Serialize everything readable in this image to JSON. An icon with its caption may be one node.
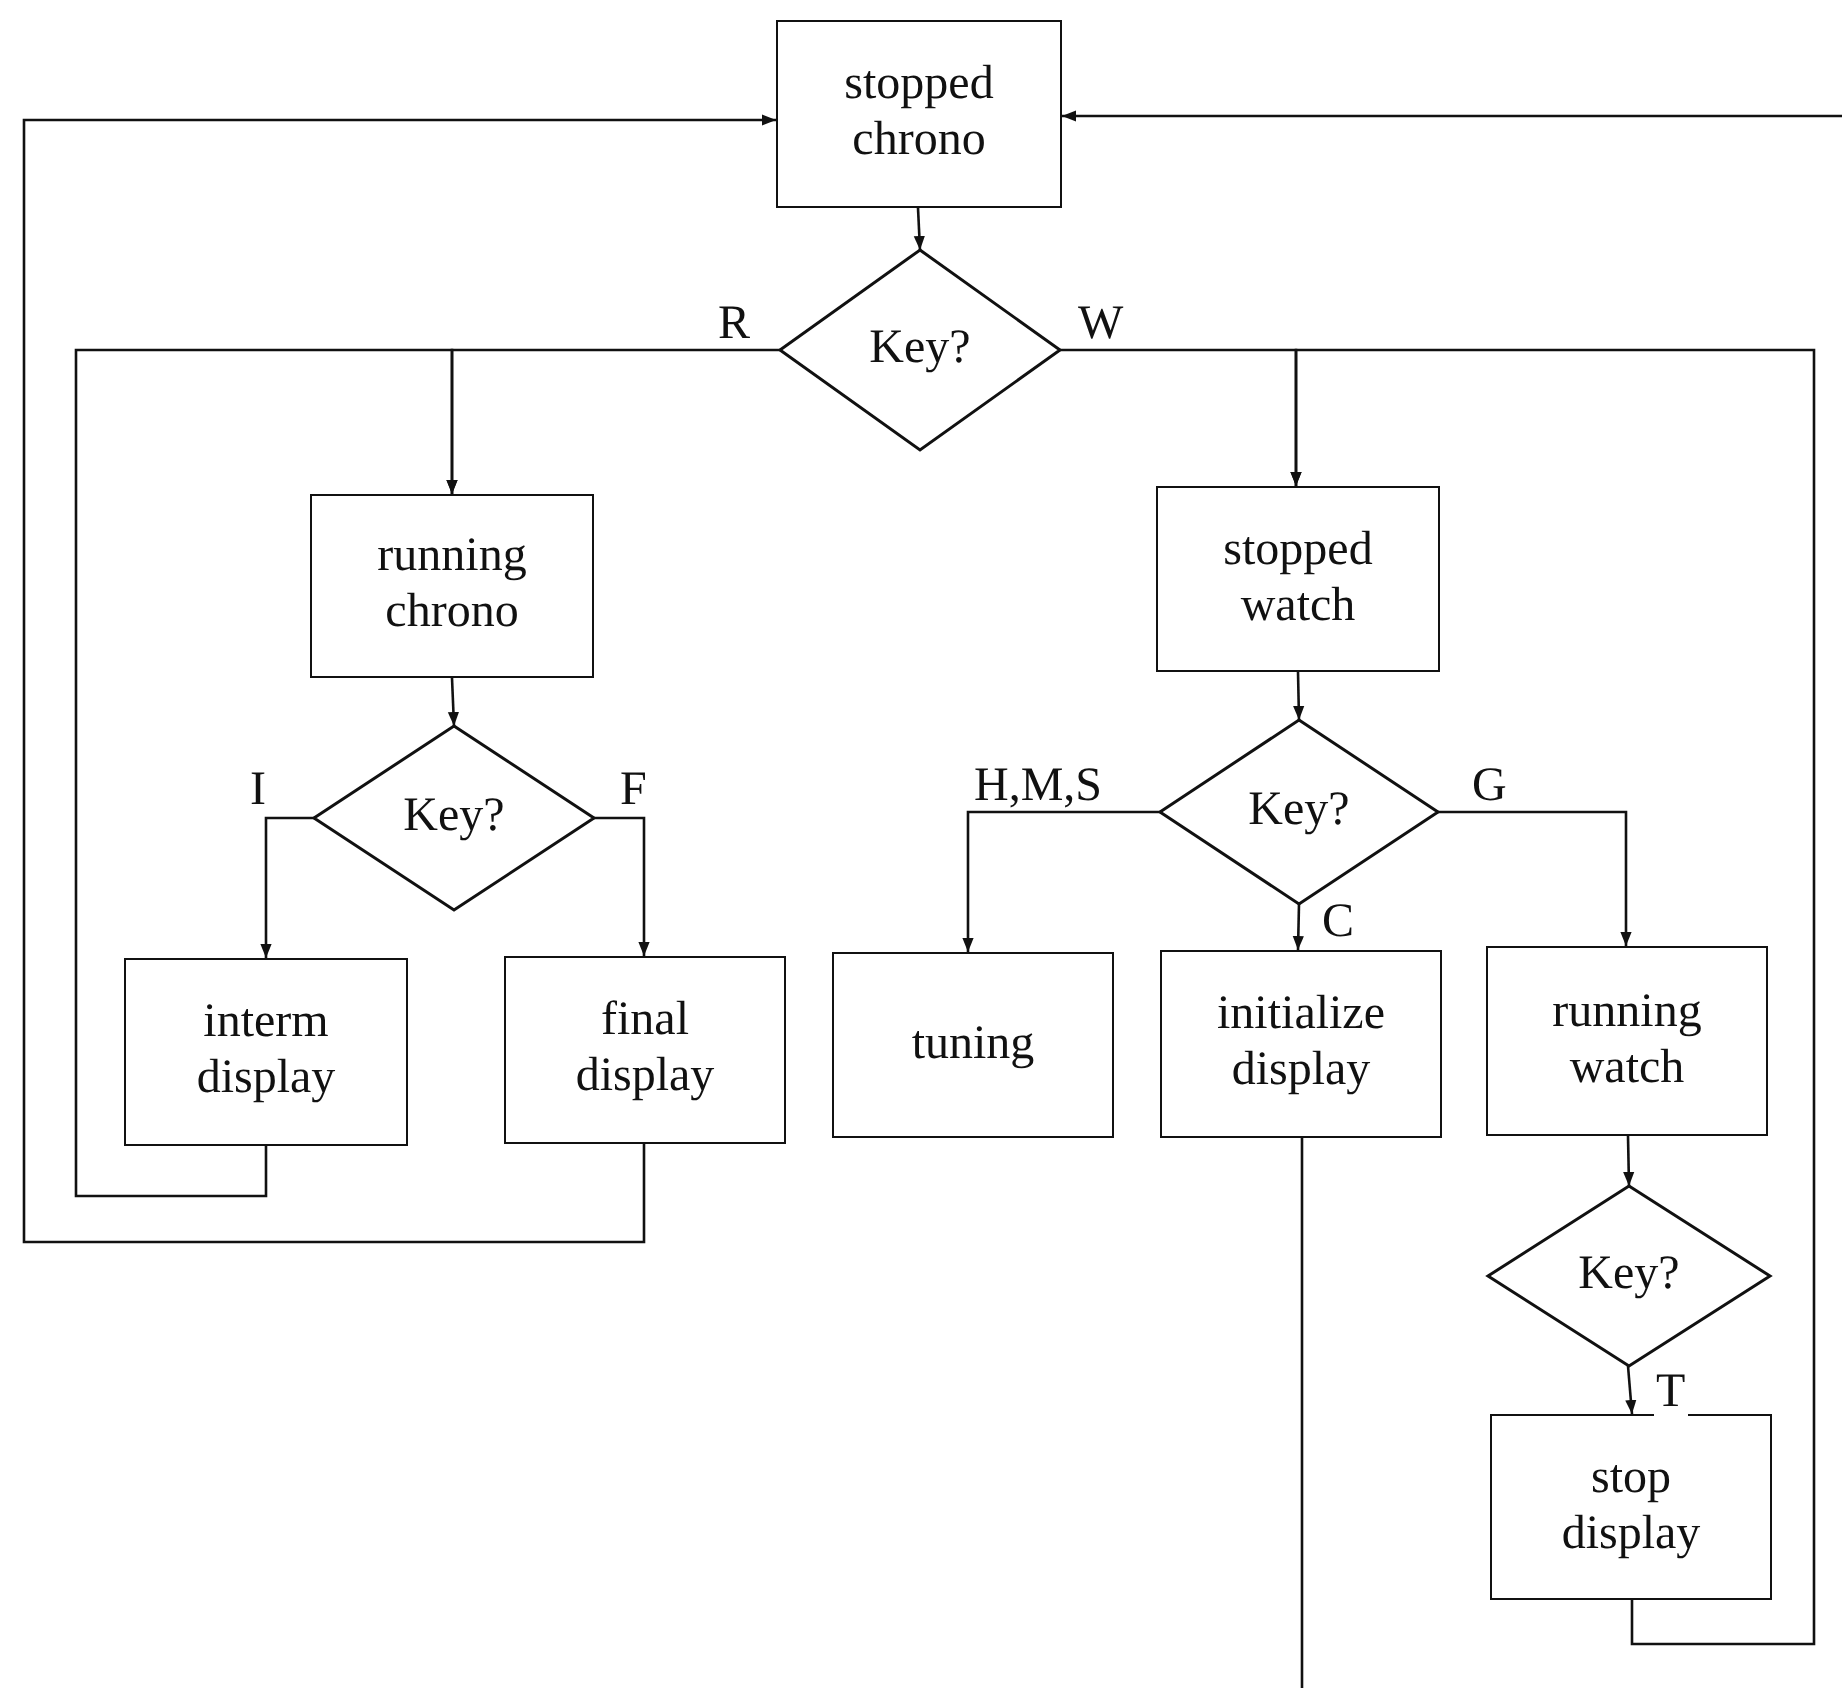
{
  "diagram": {
    "nodes": [
      {
        "text": [
          "stopped chrono"
        ]
      },
      {
        "text": [
          "Key?"
        ]
      },
      {
        "text": [
          "running chrono"
        ]
      },
      {
        "text": [
          "Key?"
        ]
      },
      {
        "text": [
          "interm display"
        ]
      },
      {
        "text": [
          "final display"
        ]
      },
      {
        "text": [
          "stopped watch"
        ]
      },
      {
        "text": [
          "Key?"
        ]
      },
      {
        "text": [
          "tuning"
        ]
      },
      {
        "text": [
          "initialize display"
        ]
      },
      {
        "text": [
          "running watch"
        ]
      },
      {
        "text": [
          "Key?"
        ]
      },
      {
        "text": [
          "stop display"
        ]
      }
    ],
    "edges": [
      {
        "from": 0,
        "to": 1,
        "arrow": "to"
      },
      {
        "from": 1,
        "to": 2,
        "arrow": "to",
        "label": "R"
      },
      {
        "from": 1,
        "to": 6,
        "arrow": "to",
        "label": "W"
      },
      {
        "from": 2,
        "to": 3,
        "arrow": "to"
      },
      {
        "from": 3,
        "to": 4,
        "arrow": "to",
        "label": "I"
      },
      {
        "from": 3,
        "to": 5,
        "arrow": "to",
        "label": "F"
      },
      {
        "from": 4,
        "to": 2,
        "arrow": "to"
      },
      {
        "from": 5,
        "to": 0,
        "arrow": "to"
      },
      {
        "from": 6,
        "to": 7,
        "arrow": "to"
      },
      {
        "from": 7,
        "to": 8,
        "arrow": "to",
        "label": "H,M,S"
      },
      {
        "from": 7,
        "to": 9,
        "arrow": "to",
        "label": "C"
      },
      {
        "from": 7,
        "to": 10,
        "arrow": "to",
        "label": "G"
      },
      {
        "from": 9,
        "to": null,
        "arrow": "none"
      },
      {
        "from": 10,
        "to": 11,
        "arrow": "to"
      },
      {
        "from": 11,
        "to": 12,
        "arrow": "to",
        "label": "T"
      },
      {
        "from": 12,
        "to": 6,
        "arrow": "to"
      },
      {
        "from": null,
        "to": 0,
        "arrow": "to"
      }
    ]
  }
}
